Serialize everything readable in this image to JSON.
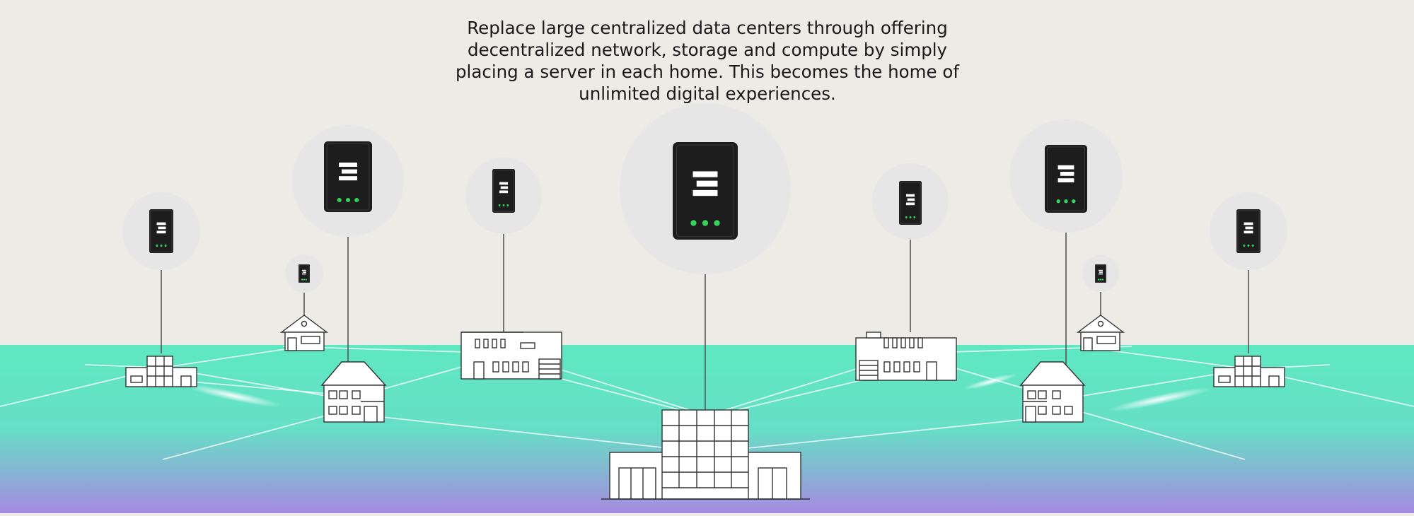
{
  "caption": {
    "line1": "Replace large centralized data centers through  offering",
    "line2": "decentralized network, storage and compute by simply",
    "line3": "placing a server in each home. This becomes the home of",
    "line4": "unlimited digital experiences."
  },
  "colors": {
    "paper": "#ecebe6",
    "ground_top": "#5ee8c2",
    "ground_bottom": "#a68ae0",
    "server_body": "#1d1d1d",
    "led": "#33d45a",
    "node_circle": "#e6e6e6",
    "connector": "#555555"
  },
  "icons": {
    "server": "server-icon",
    "office_small": "office-building-icon",
    "office_large": "large-office-building-icon",
    "townhouse": "townhouse-icon",
    "cottage": "cottage-icon",
    "apartment": "apartment-building-icon"
  }
}
